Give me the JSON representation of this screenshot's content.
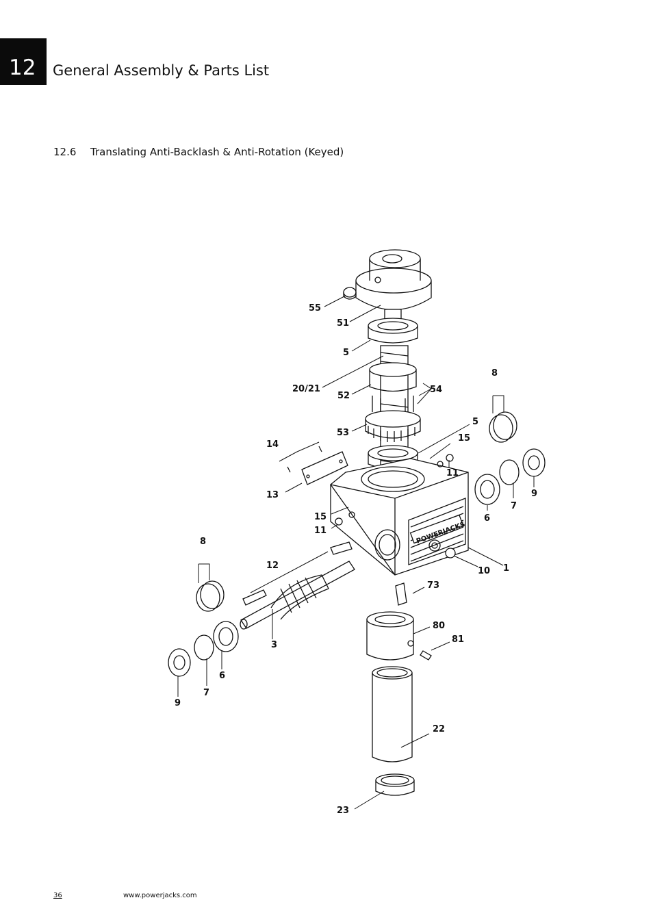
{
  "chapter": {
    "number": "12",
    "title": "General Assembly & Parts List"
  },
  "section": {
    "number": "12.6",
    "title": "Translating Anti-Backlash & Anti-Rotation (Keyed)"
  },
  "brand_mark": "POWERJACKS",
  "part_labels": [
    "55",
    "51",
    "5",
    "20/21",
    "52",
    "54",
    "53",
    "5",
    "15",
    "11",
    "8",
    "14",
    "13",
    "6",
    "7",
    "9",
    "15",
    "11",
    "1",
    "10",
    "8",
    "12",
    "3",
    "73",
    "80",
    "81",
    "9",
    "7",
    "6",
    "22",
    "23"
  ],
  "footer": {
    "page": "36",
    "url": "www.powerjacks.com"
  }
}
